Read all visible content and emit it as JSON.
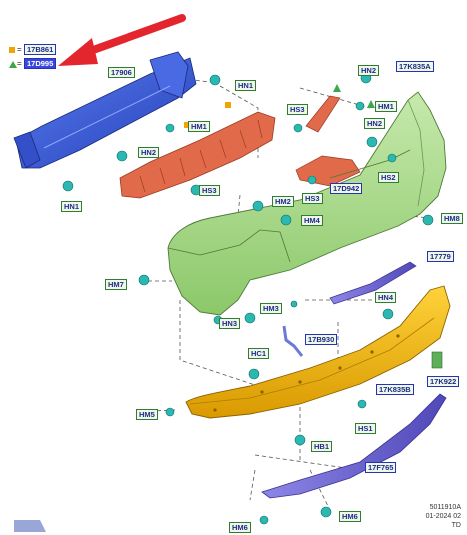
{
  "legend": [
    {
      "part": "17B861",
      "marker": "square",
      "color": "#f0a500"
    },
    {
      "part": "17D995",
      "marker": "triangle",
      "color": "#3aa84a",
      "highlighted": true
    }
  ],
  "legend_eq": "=",
  "callouts": {
    "c17906": "17906",
    "hn1_top": "HN1",
    "hn1_left": "HN1",
    "hn2_top": "HN2",
    "hn2_mid": "HN2",
    "hn2_left": "HN2",
    "k17k835a": "17K835A",
    "hm1_right": "HM1",
    "hm1_left": "HM1",
    "hs3_top": "HS3",
    "hs3_left": "HS3",
    "hs3_mid": "HS3",
    "hs2": "HS2",
    "d17d942": "17D942",
    "hm2": "HM2",
    "hm4": "HM4",
    "hm8": "HM8",
    "hm7": "HM7",
    "c17779": "17779",
    "hm3": "HM3",
    "hn3": "HN3",
    "hn4": "HN4",
    "b17b930": "17B930",
    "hc1": "HC1",
    "k17k922": "17K922",
    "k17k835b": "17K835B",
    "hm5": "HM5",
    "hs1": "HS1",
    "hb1": "HB1",
    "f17f765": "17F765",
    "hm6_left": "HM6",
    "hm6_right": "HM6"
  },
  "footer": {
    "id": "5011910A",
    "date": "01-2024 02",
    "code": "TD"
  },
  "colors": {
    "reinforcement_blue": "#3b5bdb",
    "absorber_orange": "#e06a4a",
    "cover_green": "#a8d98a",
    "valance_yellow": "#f0b400",
    "trim_purple": "#6a63c9",
    "clip_teal": "#2ab8b0",
    "arrow_red": "#e3262e"
  }
}
